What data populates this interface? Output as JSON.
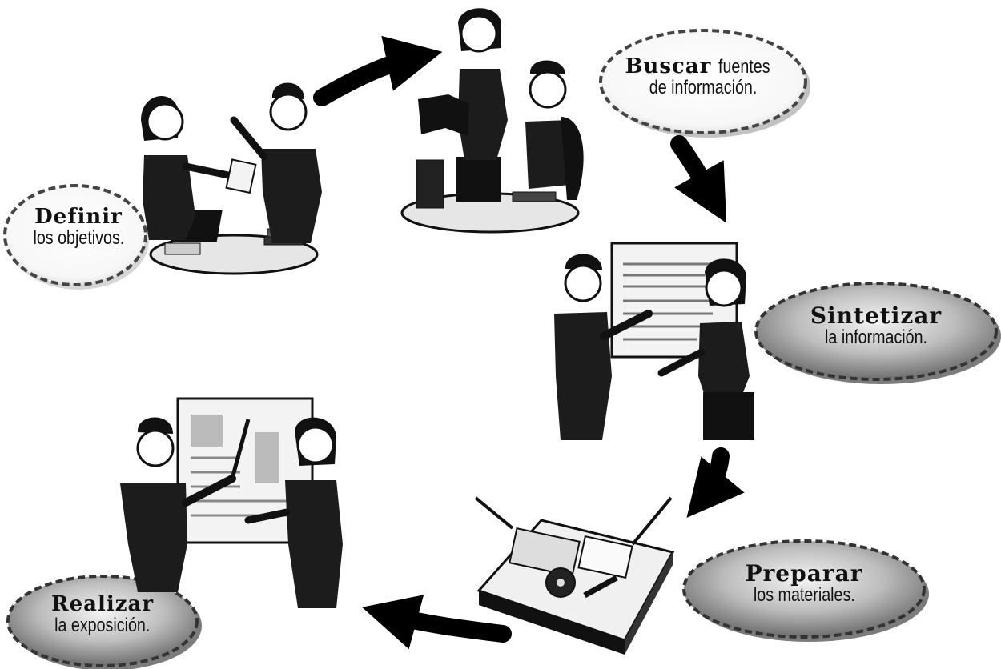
{
  "steps": [
    {
      "keyword": "Definir",
      "text": "los objetivos."
    },
    {
      "keyword": "Buscar",
      "text_line1": "fuentes",
      "text_line2": "de información."
    },
    {
      "keyword": "Sintetizar",
      "text": "la información."
    },
    {
      "keyword": "Preparar",
      "text": "los materiales."
    },
    {
      "keyword": "Realizar",
      "text": "la exposición."
    }
  ]
}
